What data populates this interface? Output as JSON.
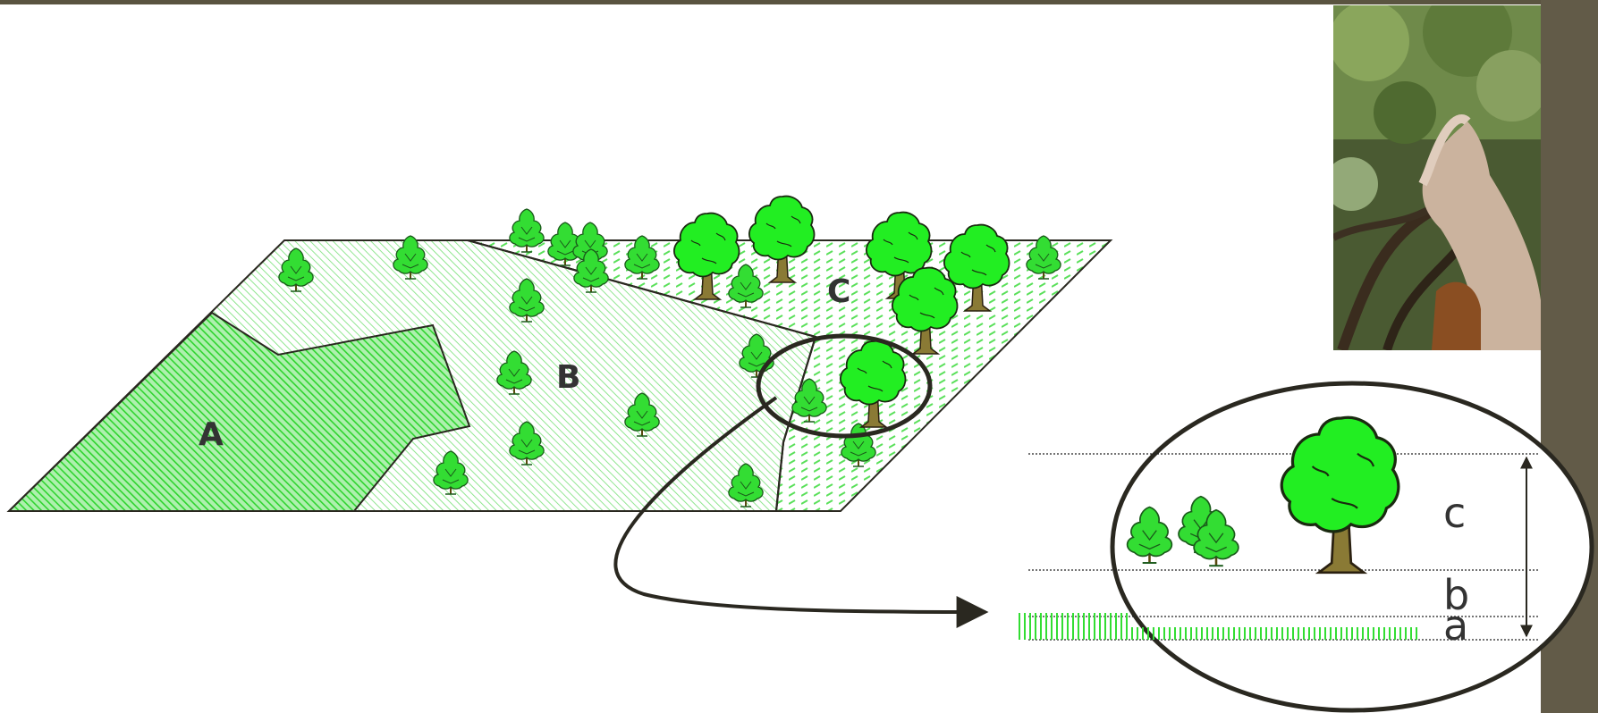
{
  "diagram": {
    "zones": [
      {
        "id": "A",
        "label": "A"
      },
      {
        "id": "B",
        "label": "B"
      },
      {
        "id": "C",
        "label": "C"
      }
    ],
    "layers": [
      {
        "id": "c",
        "label": "c"
      },
      {
        "id": "b",
        "label": "b"
      },
      {
        "id": "a",
        "label": "a"
      }
    ]
  },
  "colors": {
    "vegetation": "#33ee33",
    "hatch_light": "#7ee27e",
    "trunk": "#8a7a35",
    "outline": "#2a2820",
    "frame": "#5a5440"
  },
  "photo": {
    "subject": "goat-browsing-tree-photo"
  }
}
